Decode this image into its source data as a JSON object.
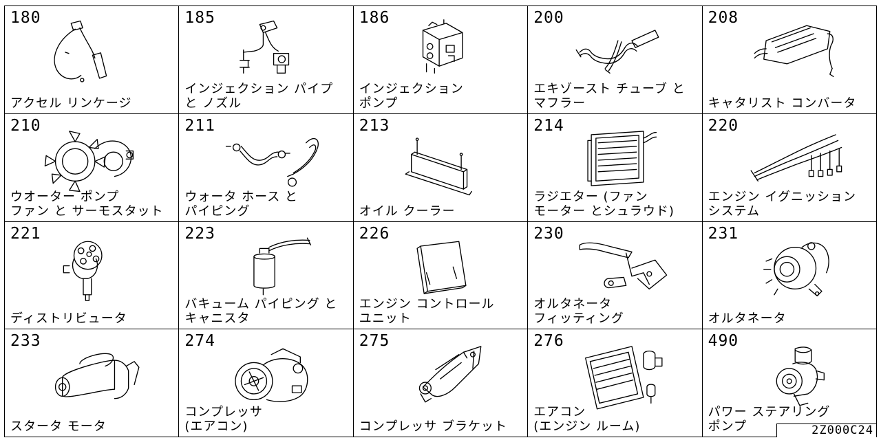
{
  "cells": [
    {
      "code": "180",
      "label": "アクセル リンケージ",
      "icon": "accelerator-linkage"
    },
    {
      "code": "185",
      "label": "インジェクション パイプ\nと ノズル",
      "icon": "injection-pipe-nozzle"
    },
    {
      "code": "186",
      "label": "インジェクション\nポンプ",
      "icon": "injection-pump"
    },
    {
      "code": "200",
      "label": "エキゾースト チューブ と\nマフラー",
      "icon": "exhaust-muffler"
    },
    {
      "code": "208",
      "label": "キャタリスト コンバータ",
      "icon": "catalytic-converter"
    },
    {
      "code": "210",
      "label": "ウオーター ポンプ\nファン と サーモスタット",
      "icon": "water-pump-fan"
    },
    {
      "code": "211",
      "label": "ウォータ ホース と\nパイピング",
      "icon": "water-hose"
    },
    {
      "code": "213",
      "label": "オイル クーラー",
      "icon": "oil-cooler"
    },
    {
      "code": "214",
      "label": "ラジエター (ファン\nモーター とシュラウド)",
      "icon": "radiator"
    },
    {
      "code": "220",
      "label": "エンジン イグニッション\nシステム",
      "icon": "ignition-wires"
    },
    {
      "code": "221",
      "label": "ディストリビュータ",
      "icon": "distributor"
    },
    {
      "code": "223",
      "label": "バキューム パイピング と\nキャニスタ",
      "icon": "vacuum-canister"
    },
    {
      "code": "226",
      "label": "エンジン コントロール\nユニット",
      "icon": "control-unit"
    },
    {
      "code": "230",
      "label": "オルタネータ\nフィッティング",
      "icon": "alternator-bracket"
    },
    {
      "code": "231",
      "label": "オルタネータ",
      "icon": "alternator"
    },
    {
      "code": "233",
      "label": "スタータ モータ",
      "icon": "starter-motor"
    },
    {
      "code": "274",
      "label": "コンプレッサ\n(エアコン)",
      "icon": "ac-compressor"
    },
    {
      "code": "275",
      "label": "コンプレッサ ブラケット",
      "icon": "compressor-bracket"
    },
    {
      "code": "276",
      "label": "エアコン\n(エンジン ルーム)",
      "icon": "ac-condenser"
    },
    {
      "code": "490",
      "label": "パワー ステアリング\nポンプ",
      "icon": "power-steering-pump"
    }
  ],
  "footer": {
    "code": "2Z000C24"
  }
}
